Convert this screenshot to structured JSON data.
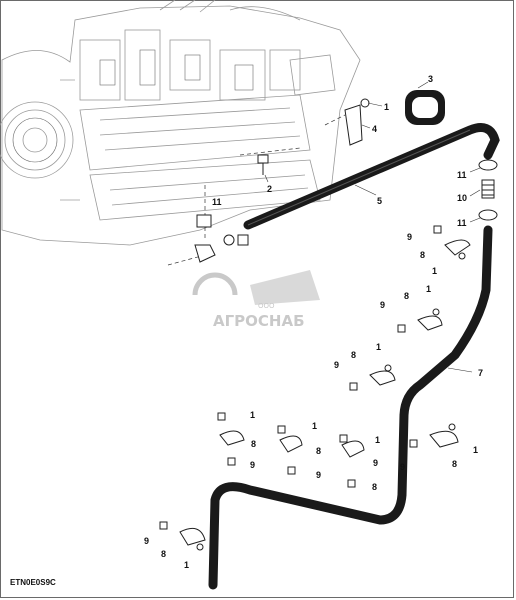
{
  "diagram": {
    "document_id": "ETN0E0S9C",
    "callouts": {
      "c1_top": "1",
      "c2": "2",
      "c3": "3",
      "c4": "4",
      "c5": "5",
      "c7": "7",
      "c8": "8",
      "c9": "9",
      "c10": "10",
      "c11": "11",
      "c1": "1"
    },
    "watermark": {
      "company": "АГРОСНАБ",
      "prefix": "ООО"
    },
    "colors": {
      "hose": "#1a1a1a",
      "line_art": "#4a4a4a",
      "engine": "#9a9a9a",
      "watermark": "#c9c9c9"
    }
  }
}
